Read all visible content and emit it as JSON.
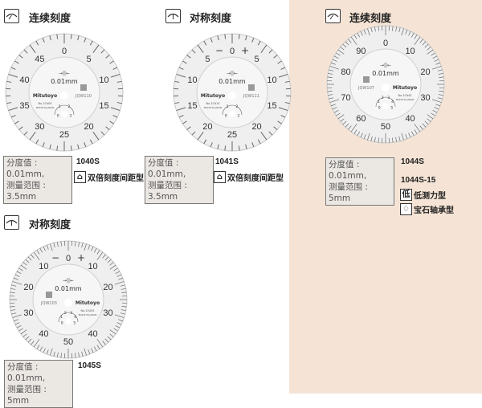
{
  "colors": {
    "peach_background": "#f5e4d5",
    "spec_box": "#ebe7e3"
  },
  "sections": [
    {
      "title": "连续刻度",
      "icon": "continuous-scale-icon",
      "dial": {
        "type": "continuous",
        "divisions": 50,
        "range": 50,
        "labels": [
          0,
          5,
          10,
          15,
          20,
          25,
          30,
          35,
          40,
          45
        ],
        "resolution": "0.01mm",
        "brand": "Mitutoyo",
        "model_no": "No.1040S",
        "origin": "MADE IN JAPAN",
        "code": "JQW110",
        "counter": [
          "0",
          "1",
          "2",
          "3"
        ]
      },
      "spec": {
        "line1": "分度值 : 0.01mm,",
        "line2": "测量范围 : 3.5mm"
      },
      "models": [
        "1040S"
      ],
      "features": [
        {
          "icon": "double-spacing-icon",
          "label": "双倍刻度间距型"
        }
      ]
    },
    {
      "title": "对称刻度",
      "icon": "balanced-scale-icon",
      "dial": {
        "type": "symmetric",
        "divisions": 50,
        "range": 50,
        "labels": [
          0,
          5,
          10,
          15,
          20,
          25
        ],
        "minus": "−",
        "plus": "+",
        "resolution": "0.01mm",
        "brand": "Mitutoyo",
        "model_no": "No.1041S",
        "origin": "MADE IN JAPAN",
        "code": "JQW111",
        "counter": [
          "0",
          "1",
          "2",
          "3"
        ]
      },
      "spec": {
        "line1": "分度值 : 0.01mm,",
        "line2": "测量范围 : 3.5mm"
      },
      "models": [
        "1041S"
      ],
      "features": [
        {
          "icon": "double-spacing-icon",
          "label": "双倍刻度间距型"
        }
      ]
    },
    {
      "title": "连续刻度",
      "icon": "continuous-scale-icon",
      "dial": {
        "type": "continuous",
        "divisions": 100,
        "range": 100,
        "labels": [
          0,
          10,
          20,
          30,
          40,
          50,
          60,
          70,
          80,
          90
        ],
        "resolution": "0.01mm",
        "brand": "Mitutoyo",
        "model_no": "No.1044S",
        "origin": "MADE IN JAPAN",
        "code": "JQW107",
        "counter": [
          "0",
          "1",
          "2",
          "3",
          "4",
          "5"
        ]
      },
      "spec": {
        "line1": "分度值 : 0.01mm,",
        "line2": "测量范围 : 5mm"
      },
      "models": [
        "1044S",
        "1044S-15"
      ],
      "features": [
        {
          "icon": "low-force-icon",
          "glyph": "低",
          "label": "低测力型"
        },
        {
          "icon": "jewel-bearing-icon",
          "glyph": "♢",
          "label": "宝石轴承型"
        }
      ]
    },
    {
      "title": "对称刻度",
      "icon": "balanced-scale-icon",
      "dial": {
        "type": "symmetric",
        "divisions": 100,
        "range": 100,
        "labels": [
          0,
          10,
          20,
          30,
          40,
          50
        ],
        "minus": "−",
        "plus": "+",
        "resolution": "0.01mm",
        "brand": "Mitutoyo",
        "model_no": "No.1045S",
        "origin": "MADE IN JAPAN",
        "code": "JQW103",
        "counter": [
          "0",
          "1",
          "2",
          "3",
          "4",
          "5"
        ]
      },
      "spec": {
        "line1": "分度值 : 0.01mm,",
        "line2": "测量范围 : 5mm"
      },
      "models": [
        "1045S"
      ],
      "features": []
    }
  ]
}
